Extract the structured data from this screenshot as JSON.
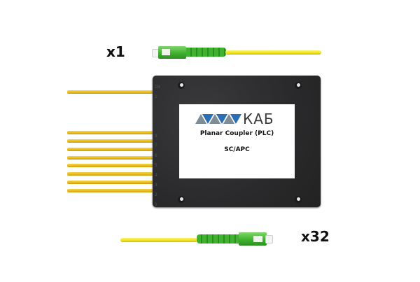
{
  "image": {
    "subject": "PLC fiber optic splitter module with pigtails and SC/APC connectors",
    "background_color": "#ffffff"
  },
  "top_connector": {
    "quantity_label": "x1",
    "connector_color": "#3fb22e",
    "cable_color": "#f1e21b"
  },
  "bottom_connector": {
    "quantity_label": "x32",
    "connector_color": "#3fb22e",
    "cable_color": "#f1e21b"
  },
  "module": {
    "body_color": "#2b2b2d",
    "fiber_color": "#e8b91c",
    "input_fibers": 1,
    "output_fibers_visible": 8,
    "label": {
      "brand": "КАБ",
      "line1": "Planar Coupler (PLC)",
      "line2": "SC/APC",
      "logo_colors": [
        "#2a6fb5",
        "#6a7a8a"
      ]
    }
  }
}
